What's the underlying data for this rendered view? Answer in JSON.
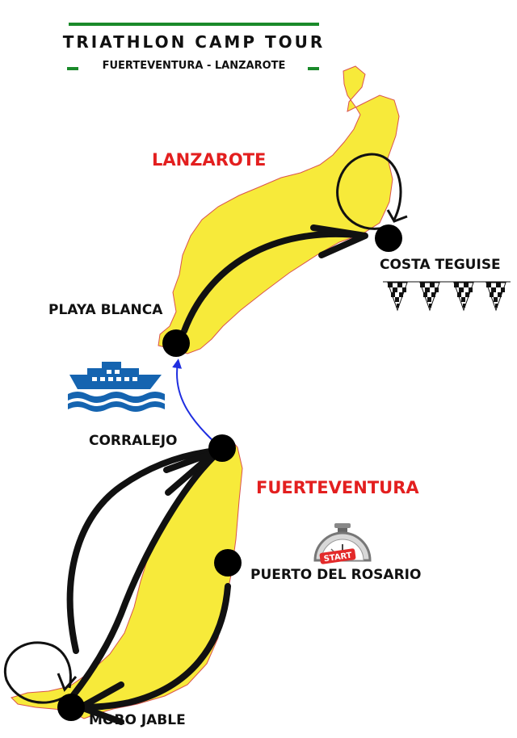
{
  "header": {
    "title": "TRIATHLON CAMP TOUR",
    "subtitle": "FUERTEVENTURA - LANZAROTE"
  },
  "regions": {
    "lanzarote": "LANZAROTE",
    "fuerteventura": "FUERTEVENTURA"
  },
  "places": {
    "costa_teguise": "COSTA TEGUISE",
    "playa_blanca": "PLAYA BLANCA",
    "corralejo": "CORRALEJO",
    "puerto_del_rosario": "PUERTO DEL ROSARIO",
    "moro_jable": "MORO JABLE"
  },
  "badges": {
    "start": "START"
  },
  "icons": {
    "ferry": "ferry-icon",
    "stopwatch": "stopwatch-icon",
    "finish_flags": "checkered-flags-icon"
  },
  "colors": {
    "header_green": "#1a8a2a",
    "island_fill": "#f7ea3a",
    "island_outline": "#d9534f",
    "region_label": "#e31f1f",
    "ferry_blue": "#1564b0",
    "ferry_route": "#1f2ee0",
    "route": "#111111"
  }
}
